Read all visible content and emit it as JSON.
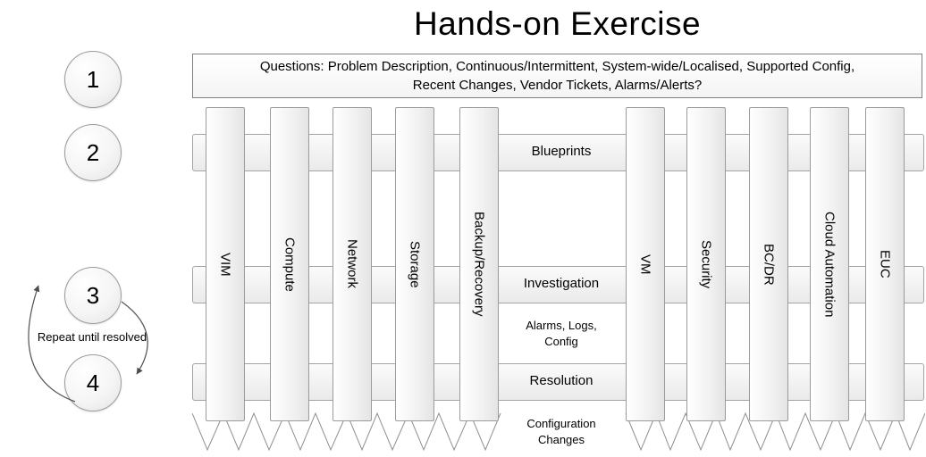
{
  "title": "Hands-on Exercise",
  "questions_box": {
    "line1": "Questions: Problem Description, Continuous/Intermittent, System-wide/Localised, Supported Config,",
    "line2": "Recent Changes, Vendor Tickets, Alarms/Alerts?"
  },
  "steps": {
    "items": [
      "1",
      "2",
      "3",
      "4"
    ],
    "repeat_label": "Repeat until resolved"
  },
  "pillars": {
    "left": [
      "VIM",
      "Compute",
      "Network",
      "Storage",
      "Backup/Recovery"
    ],
    "right": [
      "VM",
      "Security",
      "BC/DR",
      "Cloud Automation",
      "EUC"
    ]
  },
  "bands": [
    "Blueprints",
    "Investigation",
    "Resolution"
  ],
  "notes": {
    "investigation_line1": "Alarms, Logs,",
    "investigation_line2": "Config",
    "resolution_line1": "Configuration",
    "resolution_line2": "Changes"
  },
  "colors": {
    "outline_gray": "#9b9b9b",
    "fill_light": "#ffffff",
    "fill_shade": "#e4e4e4",
    "text": "#000000"
  }
}
